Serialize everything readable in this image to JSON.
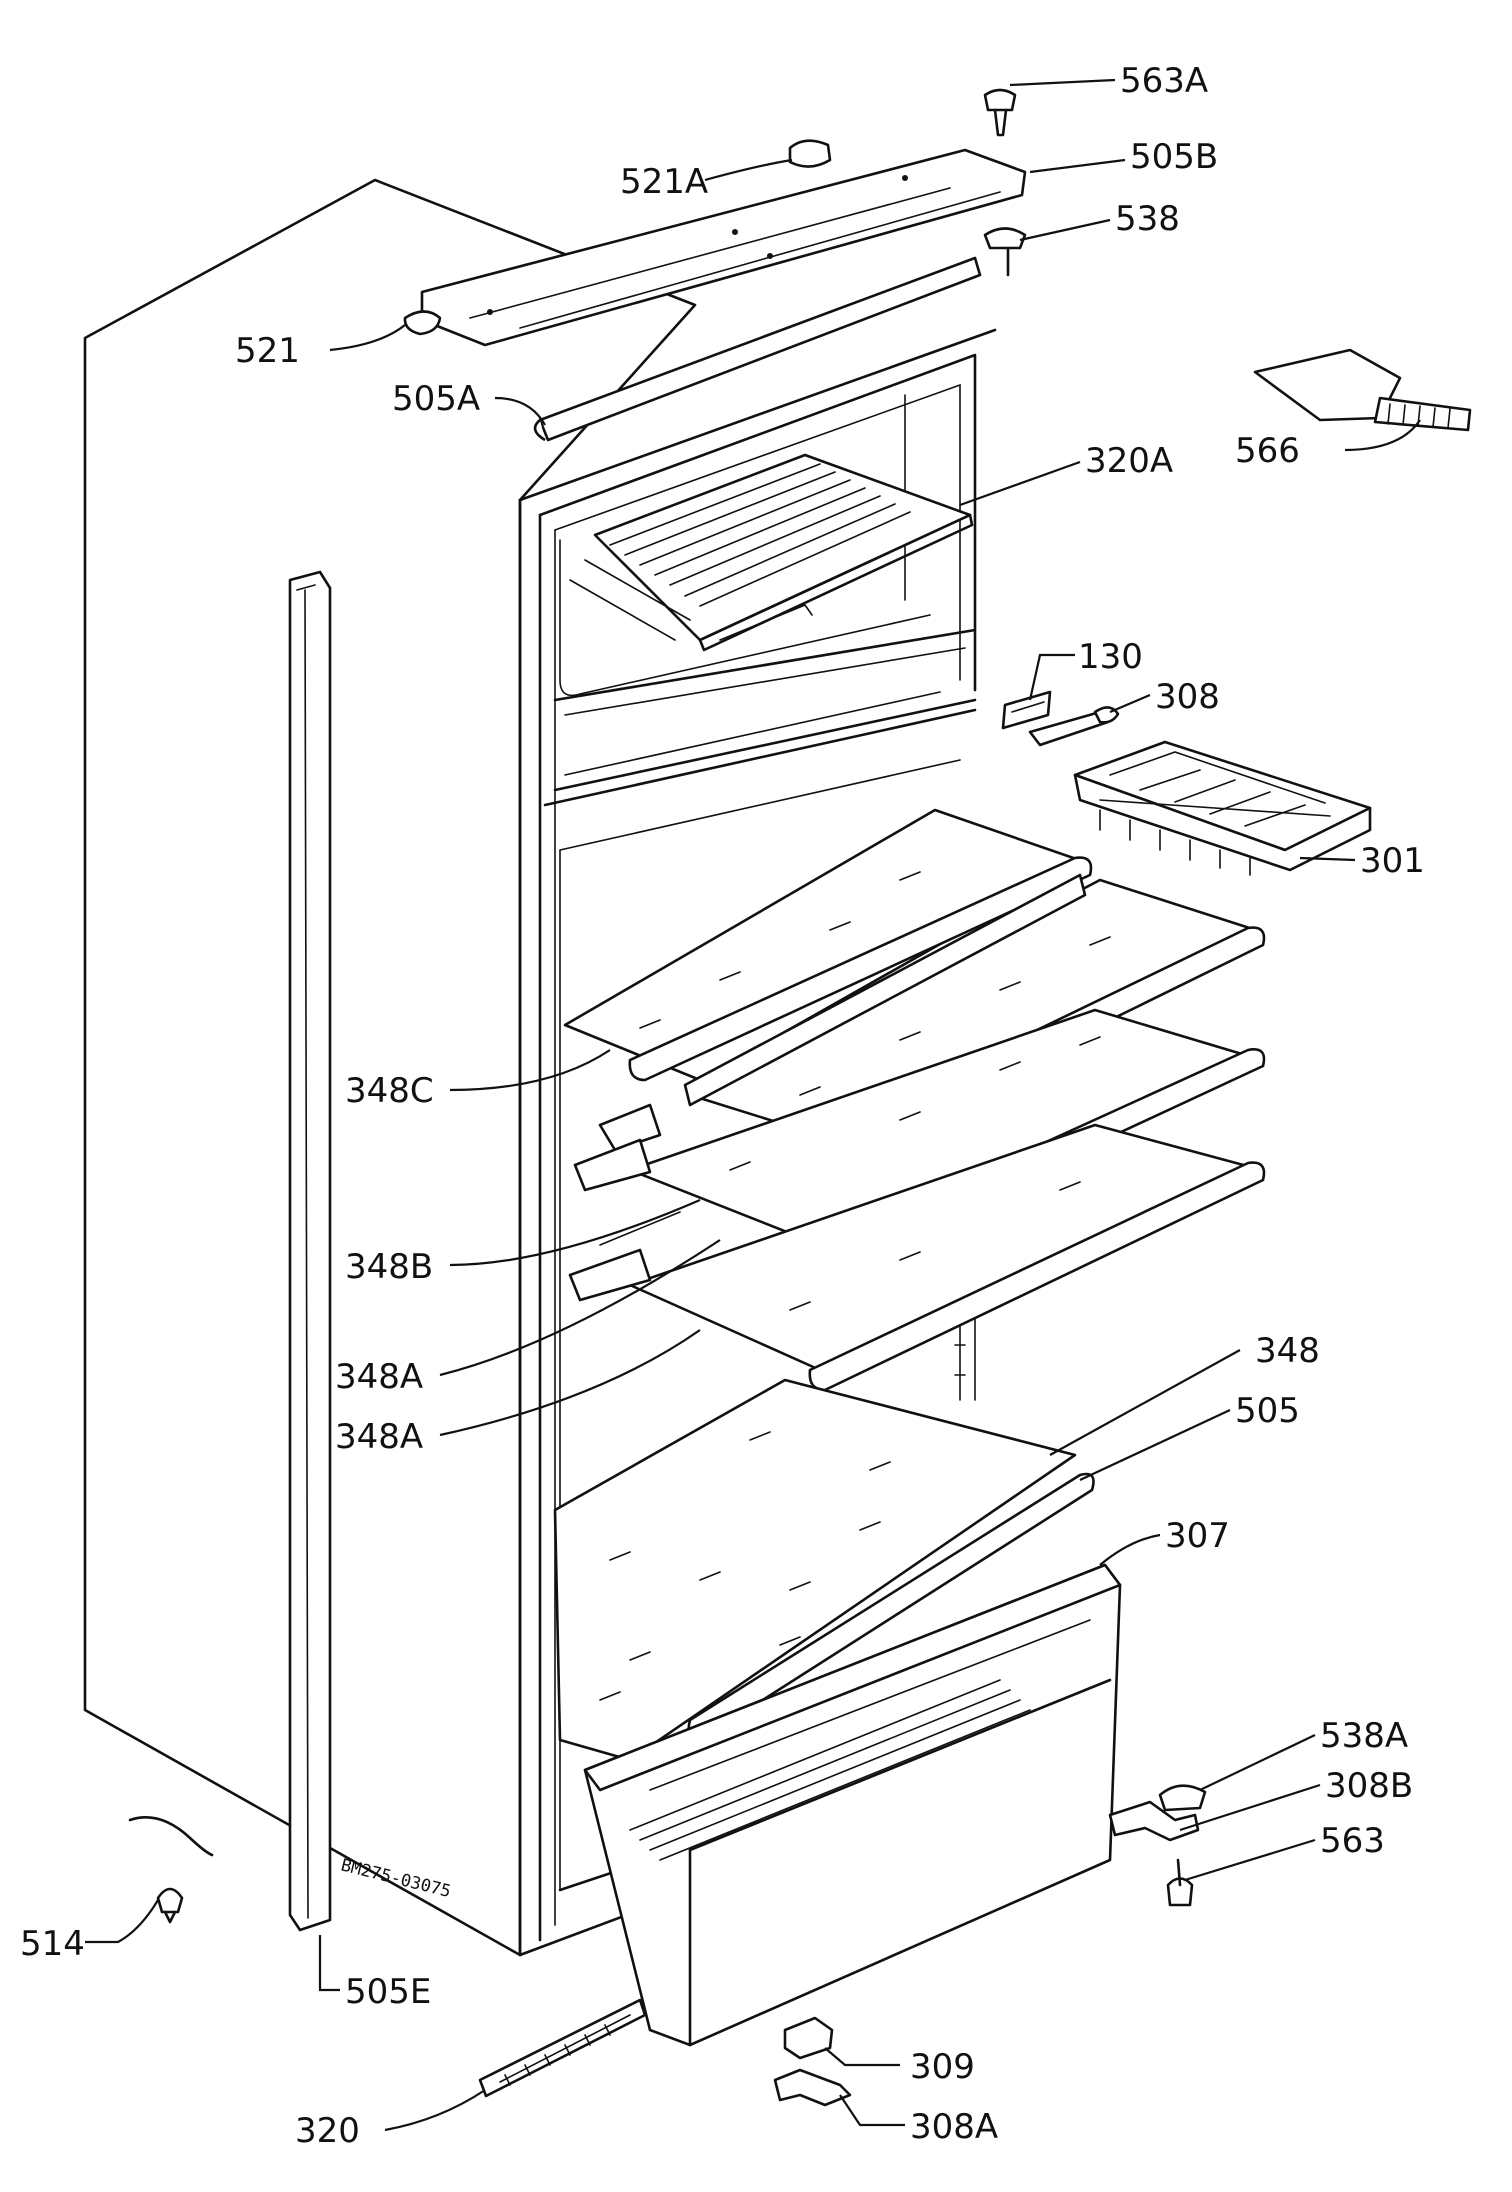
{
  "drawing_code": "BM275-03075",
  "callouts": {
    "c563A": "563A",
    "c505B": "505B",
    "c521A": "521A",
    "c538": "538",
    "c521": "521",
    "c505A": "505A",
    "c566": "566",
    "c320A": "320A",
    "c130": "130",
    "c308": "308",
    "c301": "301",
    "c348C": "348C",
    "c348B": "348B",
    "c348A_1": "348A",
    "c348A_2": "348A",
    "c348": "348",
    "c505": "505",
    "c307": "307",
    "c538A": "538A",
    "c308B": "308B",
    "c563": "563",
    "c514": "514",
    "c505E": "505E",
    "c320": "320",
    "c309": "309",
    "c308A": "308A"
  }
}
